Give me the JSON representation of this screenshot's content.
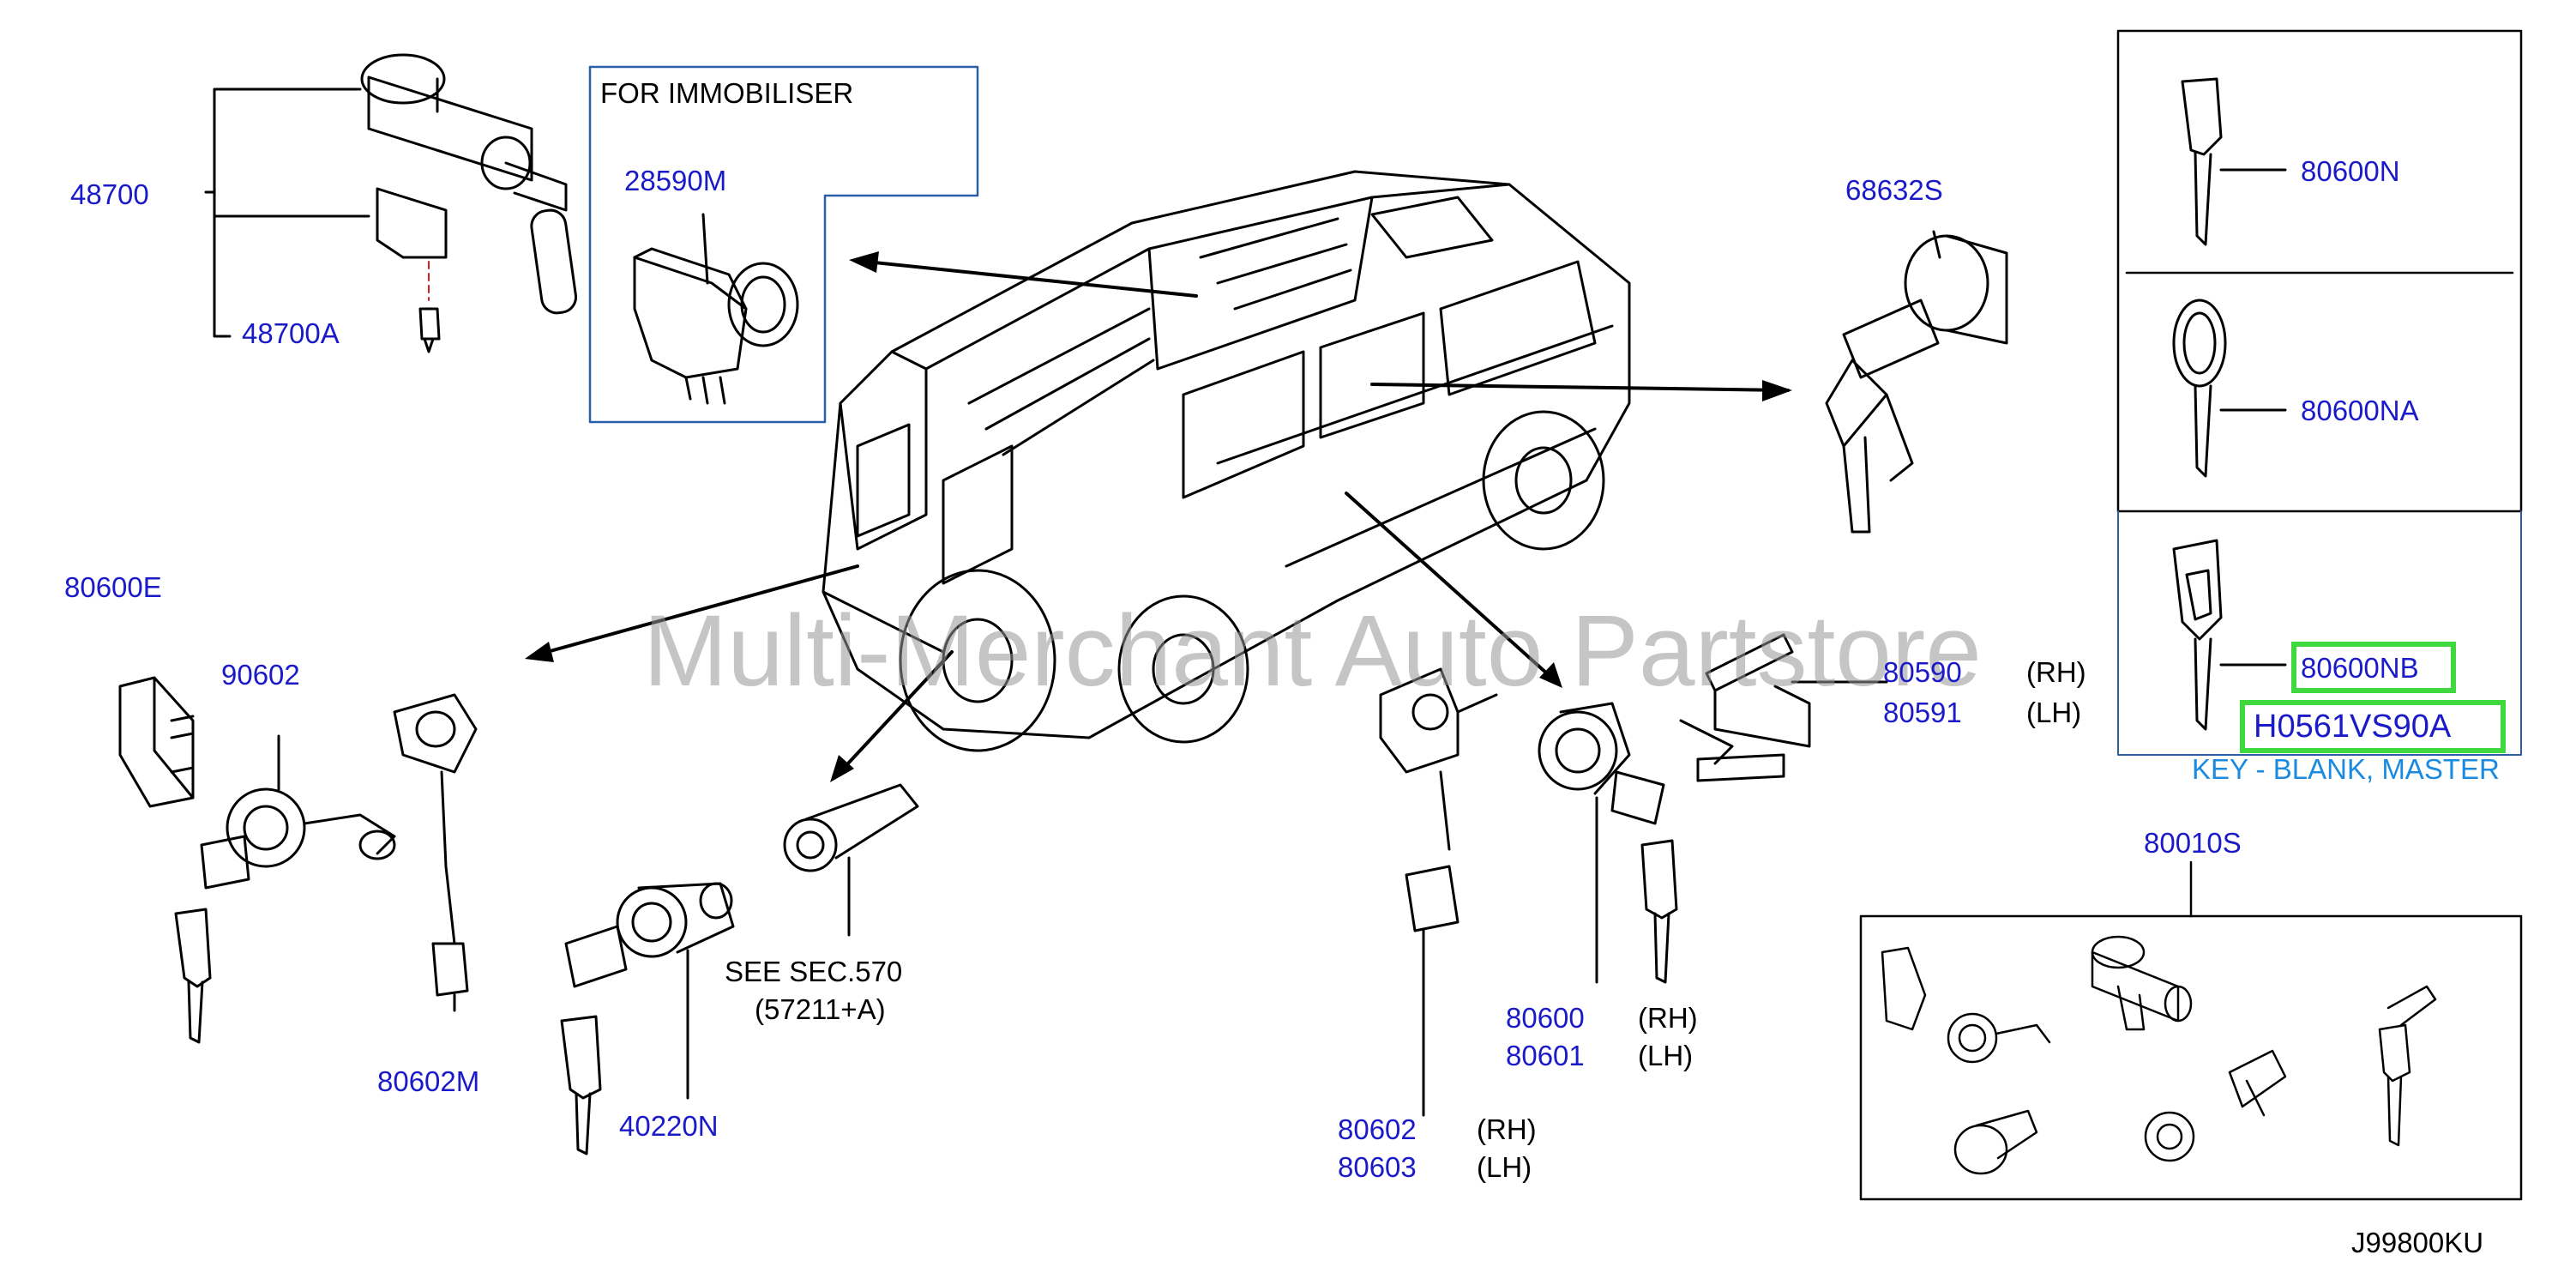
{
  "diagram_code": "J99800KU",
  "watermark": "Multi-Merchant Auto Partstore",
  "immobiliser_box": {
    "title": "FOR  IMMOBILISER"
  },
  "parts": {
    "p48700": "48700",
    "p48700A": "48700A",
    "p28590M": "28590M",
    "p68632S": "68632S",
    "p80600N": "80600N",
    "p80600NA": "80600NA",
    "p80600NB": "80600NB",
    "pH0561VS90A": "H0561VS90A",
    "p80600E": "80600E",
    "p90602": "90602",
    "p80602M": "80602M",
    "p40220N": "40220N",
    "p80590": "80590",
    "p80591": "80591",
    "p80600": "80600",
    "p80601": "80601",
    "p80602": "80602",
    "p80603": "80603",
    "p80010S": "80010S"
  },
  "sides": {
    "rh": "(RH)",
    "lh": "(LH)"
  },
  "notes": {
    "see_line1": "SEE   SEC.570",
    "see_line2": "(57211+A)",
    "key_blank": "KEY - BLANK, MASTER"
  },
  "colors": {
    "part_label": "#1a1ac8",
    "highlight": "#3fd83f",
    "note": "#1a8be0",
    "line": "#000000",
    "callout": "#2a5fa8"
  }
}
